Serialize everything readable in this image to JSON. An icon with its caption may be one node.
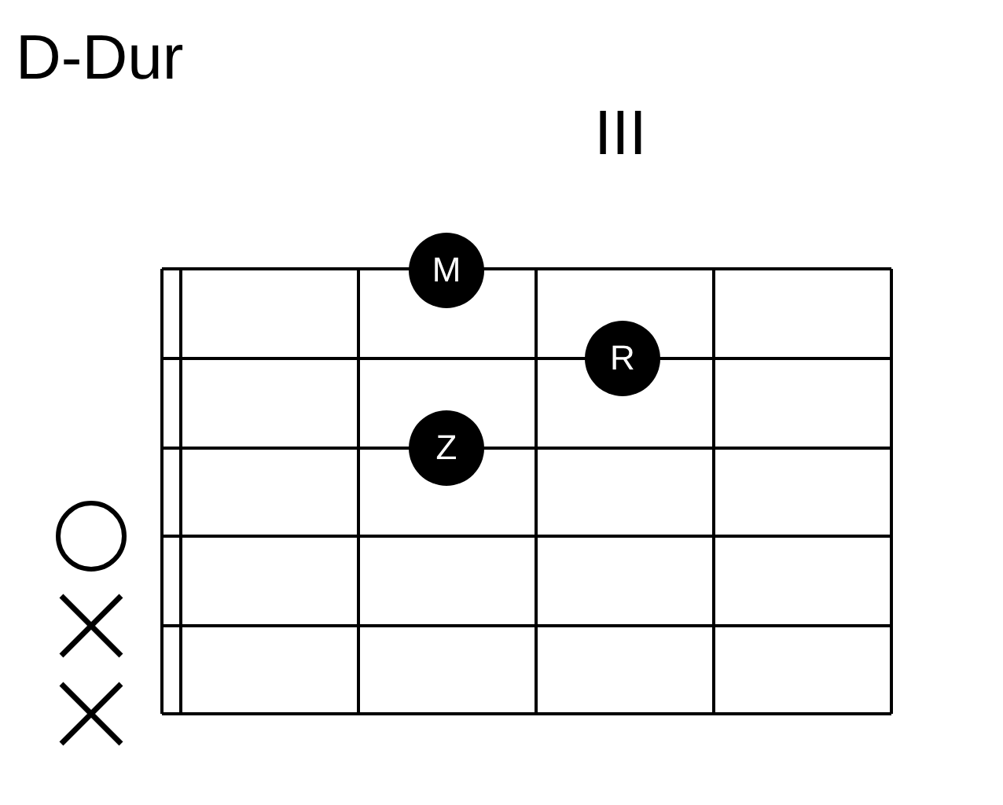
{
  "diagram": {
    "title": "D-Dur",
    "nodes": [
      {
        "text": [
          "M"
        ]
      },
      {
        "text": [
          "R"
        ]
      },
      {
        "text": [
          "Z"
        ]
      },
      {
        "text": [],
        "shape": "circle"
      },
      {
        "text": [],
        "shape": "cross"
      },
      {
        "text": [],
        "shape": "cross"
      }
    ],
    "edges": [],
    "labels": [
      "III"
    ]
  }
}
